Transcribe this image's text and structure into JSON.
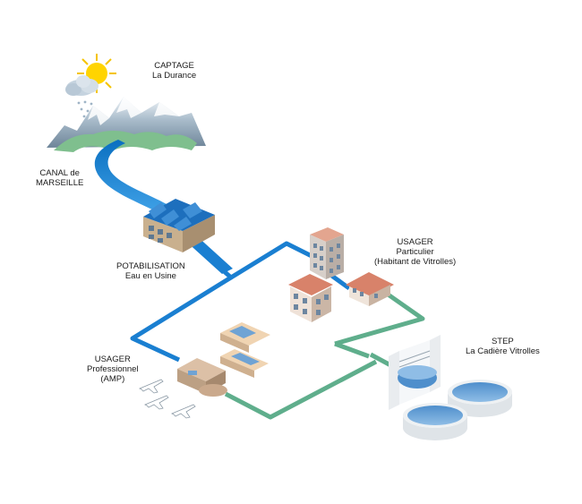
{
  "labels": {
    "captage": {
      "title": "CAPTAGE",
      "sub": "La Durance"
    },
    "canal": {
      "title": "CANAL de",
      "sub": "MARSEILLE"
    },
    "potabilisation": {
      "title": "POTABILISATION",
      "sub": "Eau en Usine"
    },
    "usager_particulier": {
      "title": "USAGER",
      "sub": "Particulier",
      "sub2": "(Habitant de Vitrolles)"
    },
    "usager_pro": {
      "title": "USAGER",
      "sub": "Professionnel",
      "sub2": "(AMP)"
    },
    "step": {
      "title": "STEP",
      "sub": "La Cadière Vitrolles"
    }
  },
  "colors": {
    "drinking_water_pipe": "#1a7fd1",
    "waste_water_pipe": "#5fae8c",
    "canal": "#2d8fd6",
    "mountain": "#8aa0b3",
    "hill": "#7fbf8e",
    "basin_water": "#5f97cf"
  }
}
